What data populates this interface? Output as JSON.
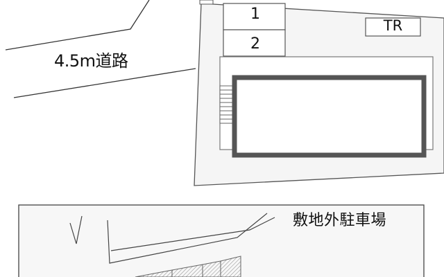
{
  "road": {
    "label": "4.5m道路"
  },
  "parking": {
    "slots": [
      {
        "label": "1"
      },
      {
        "label": "2"
      }
    ]
  },
  "facility": {
    "label": "TR"
  },
  "offsite_parking": {
    "label": "敷地外駐車場"
  },
  "colors": {
    "line": "#333333",
    "building_border": "#555555",
    "site_fill": "#f5f5f5",
    "offsite_fill": "#f7f7f7",
    "background": "#ffffff"
  }
}
